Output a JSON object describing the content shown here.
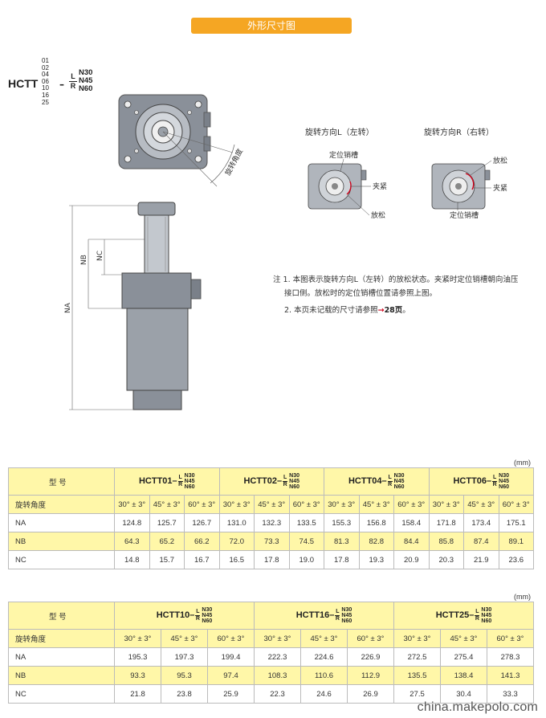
{
  "title": "外形尺寸图",
  "model_code": {
    "prefix": "HCTT",
    "numbers": [
      "01",
      "02",
      "04",
      "06",
      "10",
      "16",
      "25"
    ],
    "dash": "–",
    "direction_top": "L",
    "direction_bottom": "R",
    "angles": [
      "N30",
      "N45",
      "N60"
    ]
  },
  "drawing_labels": {
    "rotation_angle": "旋转角度",
    "nb": "NB",
    "nc": "NC",
    "na": "NA"
  },
  "rotation_diagrams": {
    "left": {
      "title": "旋转方向L（左转）",
      "pin_groove": "定位销槽",
      "clamp": "夹紧",
      "release": "放松"
    },
    "right": {
      "title": "旋转方向R（右转）",
      "pin_groove": "定位销槽",
      "clamp": "夹紧",
      "release": "放松"
    }
  },
  "notes": {
    "note1_line1": "注 1. 本图表示旋转方向L（左转）的放松状态。夹紧时定位销槽朝向油压",
    "note1_line2": "接口侧。放松时的定位销槽位置请参照上图。",
    "note2_prefix": "2. 本页未记载的尺寸请参照",
    "note2_arrow": "→",
    "note2_page": "28页",
    "note2_suffix": "。"
  },
  "table1": {
    "unit": "(mm)",
    "header_label": "型 号",
    "models": [
      "HCTT01",
      "HCTT02",
      "HCTT04",
      "HCTT06"
    ],
    "angle_label": "旋转角度",
    "angles": [
      "30° ± 3°",
      "45° ± 3°",
      "60° ± 3°"
    ],
    "rows": [
      {
        "label": "NA",
        "values": [
          "124.8",
          "125.7",
          "126.7",
          "131.0",
          "132.3",
          "133.5",
          "155.3",
          "156.8",
          "158.4",
          "171.8",
          "173.4",
          "175.1"
        ]
      },
      {
        "label": "NB",
        "values": [
          "64.3",
          "65.2",
          "66.2",
          "72.0",
          "73.3",
          "74.5",
          "81.3",
          "82.8",
          "84.4",
          "85.8",
          "87.4",
          "89.1"
        ]
      },
      {
        "label": "NC",
        "values": [
          "14.8",
          "15.7",
          "16.7",
          "16.5",
          "17.8",
          "19.0",
          "17.8",
          "19.3",
          "20.9",
          "20.3",
          "21.9",
          "23.6"
        ]
      }
    ]
  },
  "table2": {
    "unit": "(mm)",
    "header_label": "型 号",
    "models": [
      "HCTT10",
      "HCTT16",
      "HCTT25"
    ],
    "angle_label": "旋转角度",
    "angles": [
      "30° ± 3°",
      "45° ± 3°",
      "60° ± 3°"
    ],
    "rows": [
      {
        "label": "NA",
        "values": [
          "195.3",
          "197.3",
          "199.4",
          "222.3",
          "224.6",
          "226.9",
          "272.5",
          "275.4",
          "278.3"
        ]
      },
      {
        "label": "NB",
        "values": [
          "93.3",
          "95.3",
          "97.4",
          "108.3",
          "110.6",
          "112.9",
          "135.5",
          "138.4",
          "141.3"
        ]
      },
      {
        "label": "NC",
        "values": [
          "21.8",
          "23.8",
          "25.9",
          "22.3",
          "24.6",
          "26.9",
          "27.5",
          "30.4",
          "33.3"
        ]
      }
    ]
  },
  "footer": "china.makepolo.com"
}
